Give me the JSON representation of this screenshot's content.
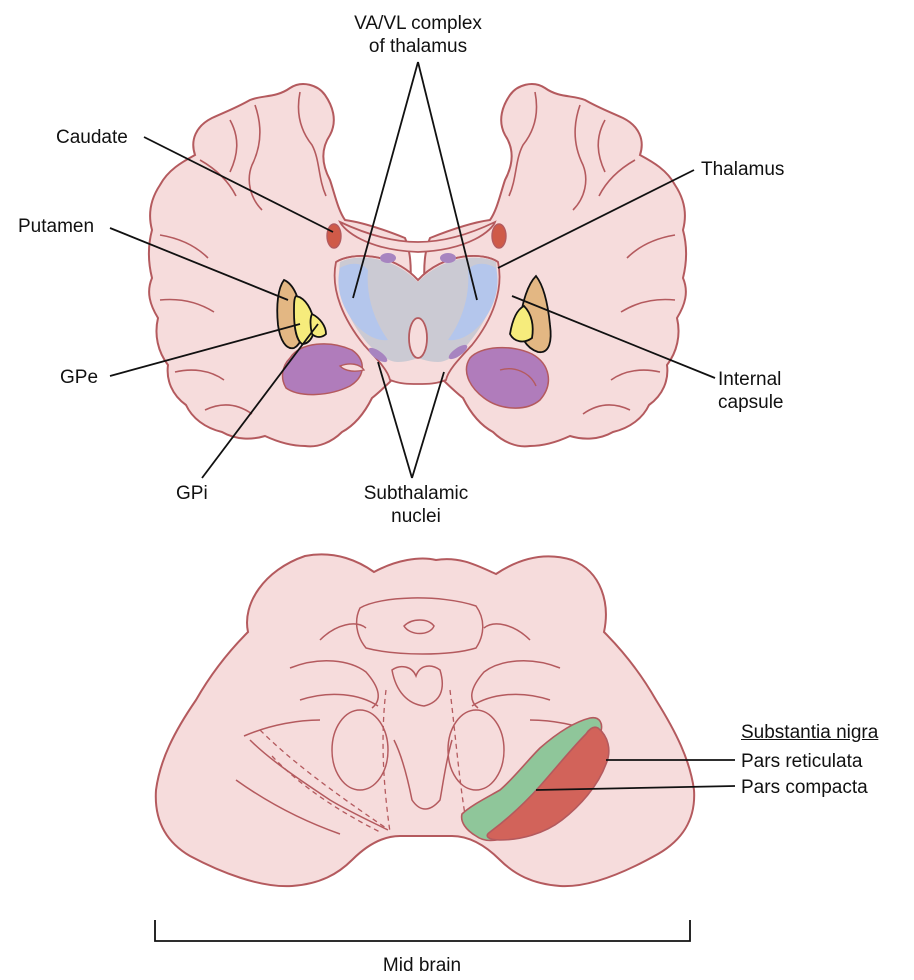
{
  "colors": {
    "tissue": "#f6dcdc",
    "outline": "#b45a5e",
    "caudate": "#cf5a48",
    "putamen": "#e3b783",
    "gpe_gpi": "#f6ec7c",
    "thalamus": "#c8c8d2",
    "va_vl": "#b4c6ec",
    "subthalamic": "#a784c0",
    "pars_reticulata": "#d2635a",
    "pars_compacta": "#8fc69a"
  },
  "labels": {
    "va_vl": "VA/VL complex\nof thalamus",
    "caudate": "Caudate",
    "thalamus": "Thalamus",
    "putamen": "Putamen",
    "gpe": "GPe",
    "gpi": "GPi",
    "internal_capsule": "Internal\ncapsule",
    "subthalamic": "Subthalamic\nnuclei",
    "substantia_nigra": "Substantia nigra",
    "pars_reticulata": "Pars reticulata",
    "pars_compacta": "Pars compacta",
    "midbrain": "Mid brain"
  }
}
